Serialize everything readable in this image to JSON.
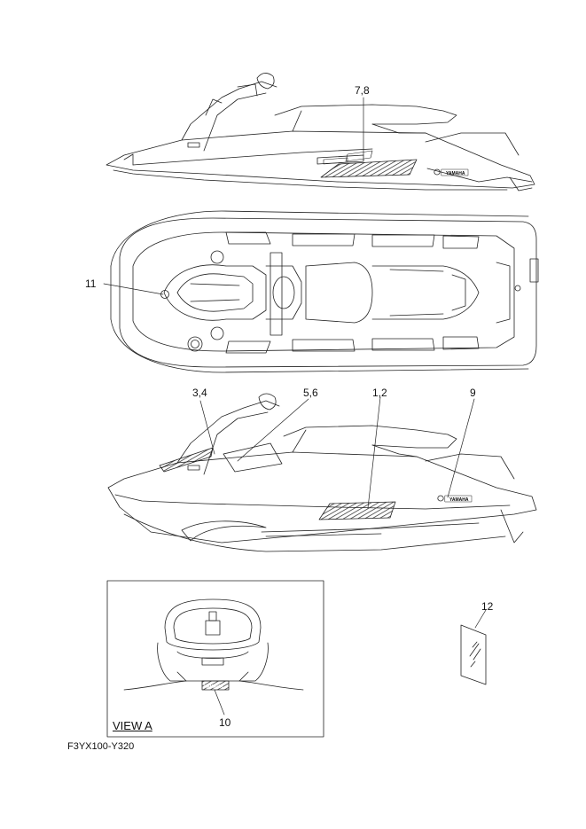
{
  "callouts": {
    "c78": "7,8",
    "c11": "11",
    "c34": "3,4",
    "c56": "5,6",
    "c12": "1,2",
    "c9": "9",
    "c10": "10",
    "c12b": "12"
  },
  "view_a_title": "VIEW A",
  "drawing_code": "F3YX100-Y320",
  "brand_text": "YAMAHA",
  "colors": {
    "line": "#222222",
    "background": "#ffffff"
  }
}
